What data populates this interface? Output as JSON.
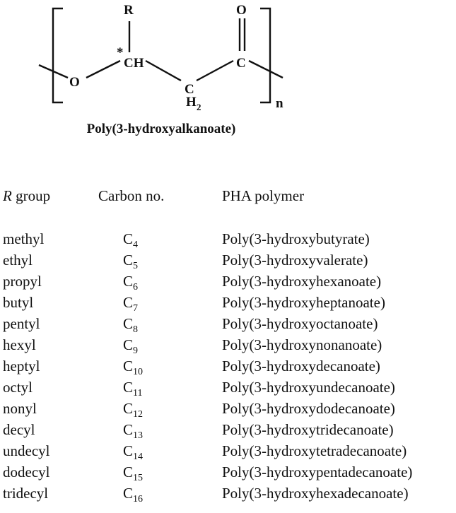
{
  "structure": {
    "r_label": "R",
    "o_label": "O",
    "ch_label": "CH",
    "chiral_mark": "*",
    "c_label": "C",
    "carbonyl_c_label": "C",
    "carbonyl_o_label": "O",
    "h_label": "H",
    "h_subscript": "2",
    "n_label": "n",
    "caption": "Poly(3-hydroxyalkanoate)"
  },
  "table": {
    "headers": {
      "r_symbol": "R",
      "r_suffix": " group",
      "carbon": "Carbon no.",
      "polymer": "PHA polymer"
    },
    "rows": [
      {
        "group": "methyl",
        "c": "C",
        "n": "4",
        "polymer": "Poly(3-hydroxybutyrate)"
      },
      {
        "group": "ethyl",
        "c": "C",
        "n": "5",
        "polymer": "Poly(3-hydroxyvalerate)"
      },
      {
        "group": "propyl",
        "c": "C",
        "n": "6",
        "polymer": "Poly(3-hydroxyhexanoate)"
      },
      {
        "group": "butyl",
        "c": "C",
        "n": "7",
        "polymer": "Poly(3-hydroxyheptanoate)"
      },
      {
        "group": "pentyl",
        "c": "C",
        "n": "8",
        "polymer": "Poly(3-hydroxyoctanoate)"
      },
      {
        "group": "hexyl",
        "c": "C",
        "n": "9",
        "polymer": "Poly(3-hydroxynonanoate)"
      },
      {
        "group": "heptyl",
        "c": "C",
        "n": "10",
        "polymer": "Poly(3-hydroxydecanoate)"
      },
      {
        "group": "octyl",
        "c": "C",
        "n": "11",
        "polymer": "Poly(3-hydroxyundecanoate)"
      },
      {
        "group": "nonyl",
        "c": "C",
        "n": "12",
        "polymer": "Poly(3-hydroxydodecanoate)"
      },
      {
        "group": "decyl",
        "c": "C",
        "n": "13",
        "polymer": "Poly(3-hydroxytridecanoate)"
      },
      {
        "group": "undecyl",
        "c": "C",
        "n": "14",
        "polymer": "Poly(3-hydroxytetradecanoate)"
      },
      {
        "group": "dodecyl",
        "c": "C",
        "n": "15",
        "polymer": "Poly(3-hydroxypentadecanoate)"
      },
      {
        "group": "tridecyl",
        "c": "C",
        "n": "16",
        "polymer": "Poly(3-hydroxyhexadecanoate)"
      }
    ]
  }
}
